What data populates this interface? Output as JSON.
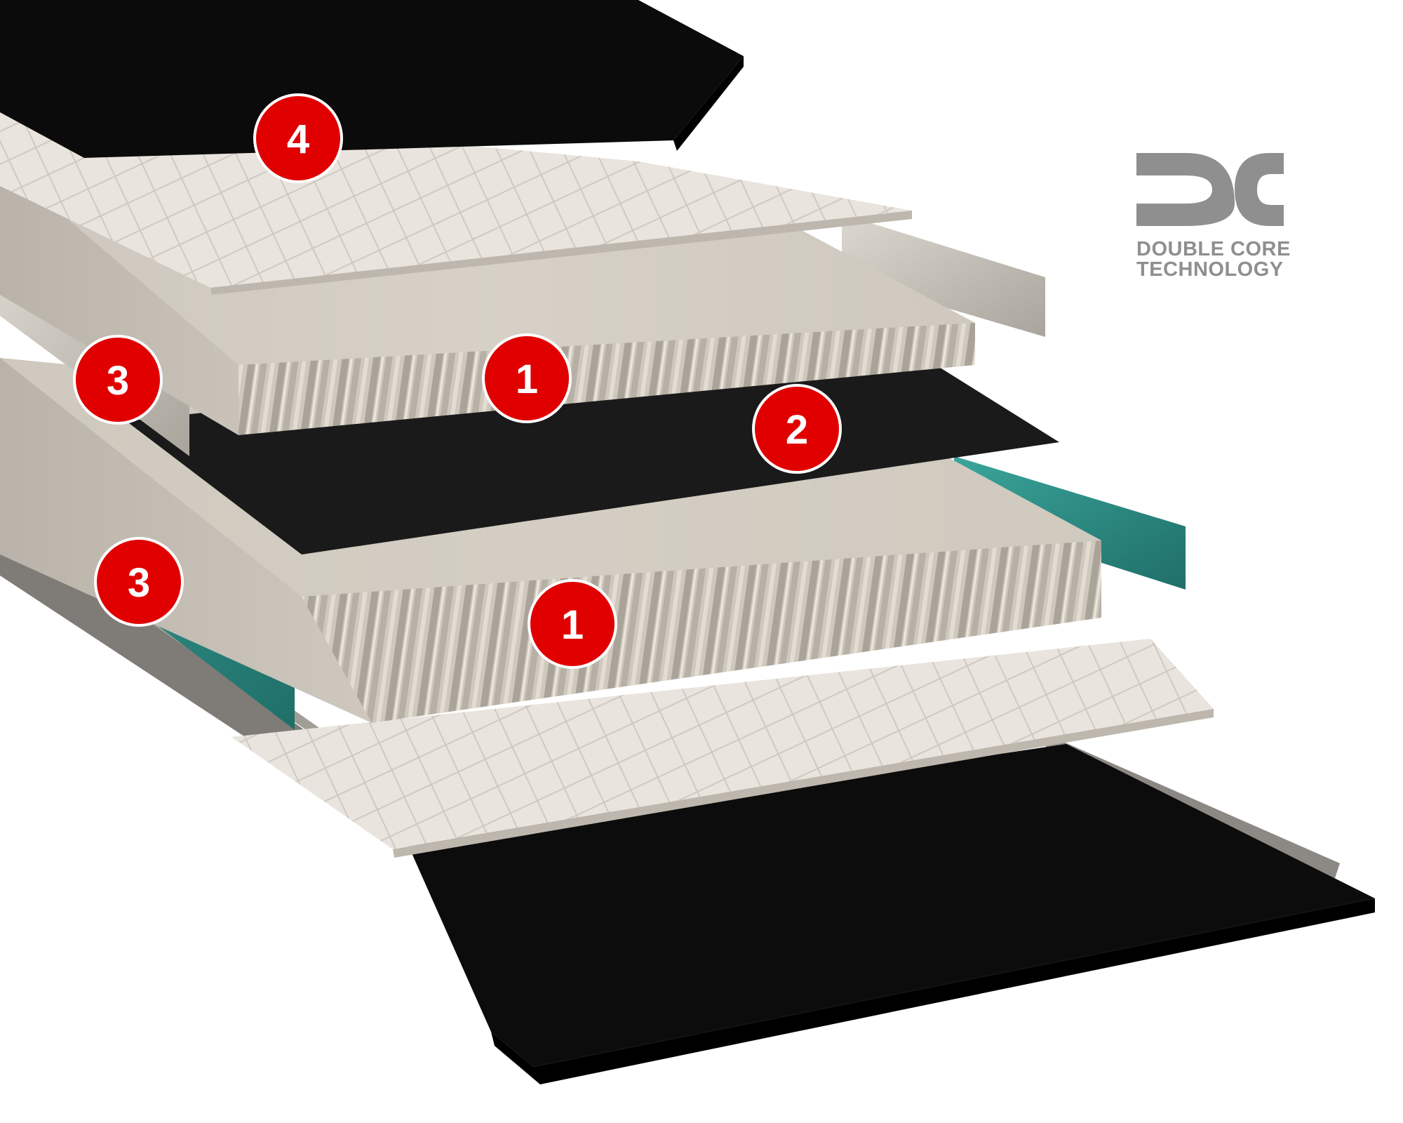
{
  "logo": {
    "mark": "DC",
    "line1": "DOUBLE CORE",
    "line2": "TECHNOLOGY",
    "color": "#8f8f8f"
  },
  "markers": [
    {
      "id": "marker-4-topsheet",
      "label": "4"
    },
    {
      "id": "marker-3-upper-sidewall",
      "label": "3"
    },
    {
      "id": "marker-1-upper-core",
      "label": "1"
    },
    {
      "id": "marker-2-middle-layer",
      "label": "2"
    },
    {
      "id": "marker-3-lower-sidewall",
      "label": "3"
    },
    {
      "id": "marker-1-lower-core",
      "label": "1"
    }
  ],
  "colors": {
    "marker_fill": "#e00000",
    "marker_stroke": "#ffffff",
    "topsheet": "#0b0b0b",
    "fiberglass": "#e6e1da",
    "wood": "#c9c2b8",
    "upper_sidewall": "#cfcbc2",
    "lower_sidewall": "#2e8c84",
    "steel_edge": "#8a8783",
    "base": "#0c0c0c"
  }
}
